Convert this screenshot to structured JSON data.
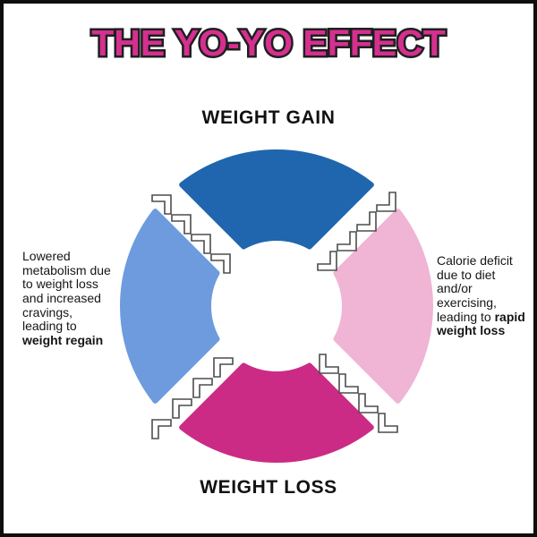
{
  "page": {
    "background": "#ffffff",
    "border_color": "#0e0e0e"
  },
  "title": {
    "text": "THE YO-YO EFFECT",
    "fill": "#d5308f",
    "outline": "#1f1f1f"
  },
  "labels": {
    "top": "WEIGHT GAIN",
    "bottom": "WEIGHT LOSS"
  },
  "notes": {
    "left": {
      "text": "Lowered metabolism due to weight loss and increased cravings, leading to",
      "bold": "weight regain"
    },
    "right": {
      "text": "Calorie deficit due to diet and/or exercising, leading to",
      "bold": "rapid weight loss"
    }
  },
  "diagram": {
    "segments": [
      {
        "name": "weight-gain",
        "position": "top",
        "color": "#2066ae"
      },
      {
        "name": "rapid-weight-loss",
        "position": "right",
        "color": "#f0b4d5"
      },
      {
        "name": "weight-loss",
        "position": "bottom",
        "color": "#cb2b85"
      },
      {
        "name": "weight-regain",
        "position": "left",
        "color": "#6d9bde"
      }
    ],
    "stairs": {
      "outline": "#4d4d4d",
      "fill": "#ffffff"
    }
  }
}
